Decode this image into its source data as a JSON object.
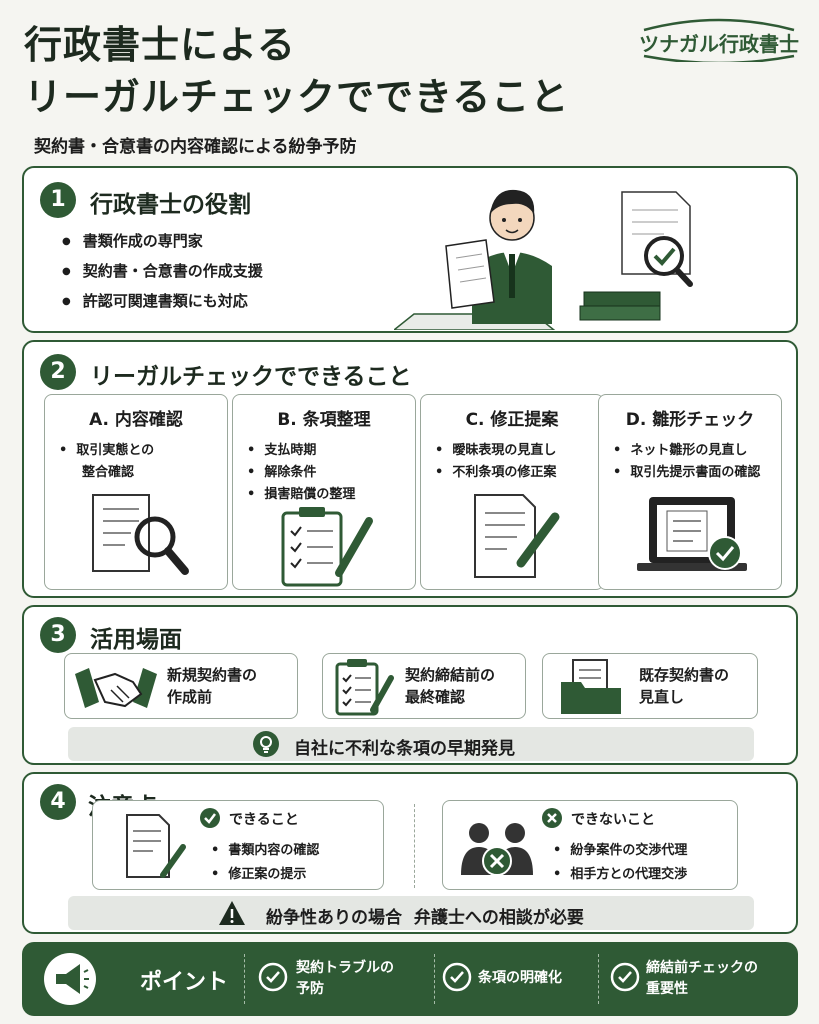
{
  "header": {
    "title_line1": "行政書士による",
    "title_line2": "リーガルチェックでできること",
    "subtitle": "契約書・合意書の内容確認による紛争予防",
    "brand": "ツナガル行政書士"
  },
  "section1": {
    "number": "1",
    "title": "行政書士の役割",
    "bullets": [
      "書類作成の専門家",
      "契約書・合意書の作成支援",
      "許認可関連書類にも対応"
    ]
  },
  "section2": {
    "number": "2",
    "title": "リーガルチェックでできること",
    "cards": [
      {
        "title": "A. 内容確認",
        "items": [
          "取引実態との",
          "整合確認"
        ]
      },
      {
        "title": "B. 条項整理",
        "items": [
          "支払時期",
          "解除条件",
          "損害賠償の整理"
        ]
      },
      {
        "title": "C. 修正提案",
        "items": [
          "曖昧表現の見直し",
          "不利条項の修正案"
        ]
      },
      {
        "title": "D. 雛形チェック",
        "items": [
          "ネット雛形の見直し",
          "取引先提示書面の確認"
        ]
      }
    ]
  },
  "section3": {
    "number": "3",
    "title": "活用場面",
    "scenes": [
      {
        "line1": "新規契約書の",
        "line2": "作成前",
        "icon": "handshake-icon"
      },
      {
        "line1": "契約締結前の",
        "line2": "最終確認",
        "icon": "clipboard-check-icon"
      },
      {
        "line1": "既存契約書の",
        "line2": "見直し",
        "icon": "folder-document-icon"
      }
    ],
    "highlight": "自社に不利な条項の早期発見"
  },
  "section4": {
    "number": "4",
    "title": "注意点",
    "can": {
      "heading": "できること",
      "items": [
        "書類内容の確認",
        "修正案の提示"
      ]
    },
    "cannot": {
      "heading": "できないこと",
      "items": [
        "紛争案件の交渉代理",
        "相手方との代理交渉"
      ]
    },
    "warning": "紛争性ありの場合  弁護士への相談が必要"
  },
  "point": {
    "label": "ポイント",
    "items": [
      {
        "line1": "契約トラブルの",
        "line2": "予防"
      },
      {
        "line1": "条項の明確化",
        "line2": ""
      },
      {
        "line1": "締結前チェックの",
        "line2": "重要性"
      }
    ]
  },
  "colors": {
    "accent": "#2f5a35",
    "background": "#f5f5f1",
    "bar": "#e4e7e3"
  }
}
